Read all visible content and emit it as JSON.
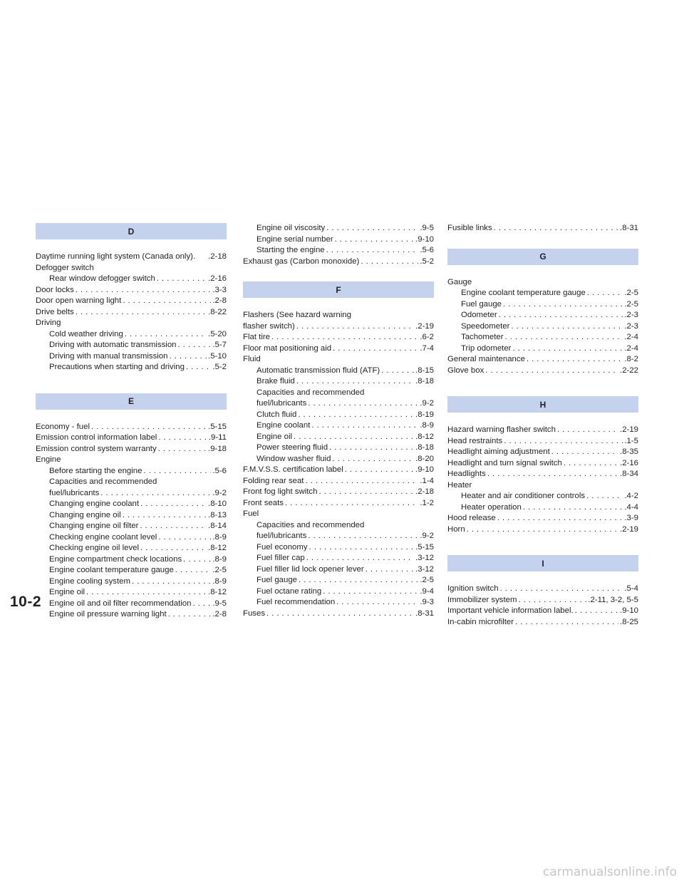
{
  "page_number": "10-2",
  "watermark": "carmanualsonline.info",
  "col1": {
    "D": {
      "letter": "D",
      "daytime": {
        "t": "Daytime running light system (Canada only).",
        "p": ".2-18"
      },
      "defogger": "Defogger switch",
      "rear_defogger": {
        "t": "Rear window defogger switch",
        "p": ".2-16"
      },
      "door_locks": {
        "t": "Door locks",
        "p": ".3-3"
      },
      "door_open": {
        "t": "Door open warning light",
        "p": ".2-8"
      },
      "drive_belts": {
        "t": "Drive belts",
        "p": ".8-22"
      },
      "driving": "Driving",
      "cold": {
        "t": "Cold weather driving",
        "p": ".5-20"
      },
      "auto_trans": {
        "t": "Driving with automatic transmission",
        "p": ".5-7"
      },
      "man_trans": {
        "t": "Driving with manual transmission",
        "p": ".5-10"
      },
      "precautions": {
        "t": "Precautions when starting and driving",
        "p": ".5-2"
      }
    },
    "E": {
      "letter": "E",
      "economy": {
        "t": "Economy - fuel",
        "p": ".5-15"
      },
      "emission_label": {
        "t": "Emission control information label",
        "p": ".9-11"
      },
      "emission_warranty": {
        "t": "Emission control system warranty",
        "p": ".9-18"
      },
      "engine": "Engine",
      "before_starting": {
        "t": "Before starting the engine",
        "p": ".5-6"
      },
      "capacities": "Capacities and recommended",
      "fuel_lubricants": {
        "t": "fuel/lubricants",
        "p": ".9-2"
      },
      "changing_coolant": {
        "t": "Changing engine coolant",
        "p": ".8-10"
      },
      "changing_oil": {
        "t": "Changing engine oil",
        "p": ".8-13"
      },
      "changing_filter": {
        "t": "Changing engine oil filter",
        "p": ".8-14"
      },
      "checking_coolant": {
        "t": "Checking engine coolant level",
        "p": ".8-9"
      },
      "checking_oil": {
        "t": "Checking engine oil level",
        "p": ".8-12"
      },
      "compartment": {
        "t": "Engine compartment check locations",
        "p": ".8-9"
      },
      "coolant_gauge": {
        "t": "Engine coolant temperature gauge",
        "p": ".2-5"
      },
      "cooling_system": {
        "t": "Engine cooling system",
        "p": ".8-9"
      },
      "engine_oil": {
        "t": "Engine oil",
        "p": ".8-12"
      },
      "oil_filter_rec": {
        "t": "Engine oil and oil filter recommendation",
        "p": ".9-5"
      },
      "oil_pressure": {
        "t": "Engine oil pressure warning light",
        "p": ".2-8"
      }
    }
  },
  "col2": {
    "cont": {
      "oil_viscosity": {
        "t": "Engine oil viscosity",
        "p": ".9-5"
      },
      "serial": {
        "t": "Engine serial number",
        "p": ".9-10"
      },
      "starting": {
        "t": "Starting the engine",
        "p": ".5-6"
      },
      "exhaust": {
        "t": "Exhaust gas (Carbon monoxide)",
        "p": ".5-2"
      }
    },
    "F": {
      "letter": "F",
      "flashers": "Flashers (See hazard warning",
      "flasher_switch": {
        "t": "flasher switch)",
        "p": ".2-19"
      },
      "flat_tire": {
        "t": "Flat tire",
        "p": ".6-2"
      },
      "floor_mat": {
        "t": "Floor mat positioning aid",
        "p": ".7-4"
      },
      "fluid": "Fluid",
      "atf": {
        "t": "Automatic transmission fluid (ATF)",
        "p": ".8-15"
      },
      "brake_fluid": {
        "t": "Brake fluid",
        "p": ".8-18"
      },
      "capacities": "Capacities and recommended",
      "fuel_lubricants": {
        "t": "fuel/lubricants",
        "p": ".9-2"
      },
      "clutch": {
        "t": "Clutch fluid",
        "p": ".8-19"
      },
      "coolant": {
        "t": "Engine coolant",
        "p": ".8-9"
      },
      "engine_oil": {
        "t": "Engine oil",
        "p": ".8-12"
      },
      "power_steering": {
        "t": "Power steering fluid",
        "p": ".8-18"
      },
      "washer": {
        "t": "Window washer fluid",
        "p": ".8-20"
      },
      "fmvss": {
        "t": "F.M.V.S.S. certification label",
        "p": ".9-10"
      },
      "folding_seat": {
        "t": "Folding rear seat",
        "p": ".1-4"
      },
      "fog_light": {
        "t": "Front fog light switch",
        "p": ".2-18"
      },
      "front_seats": {
        "t": "Front seats",
        "p": ".1-2"
      },
      "fuel": "Fuel",
      "fuel_capacities": "Capacities and recommended",
      "fuel_fuel_lubricants": {
        "t": "fuel/lubricants",
        "p": ".9-2"
      },
      "fuel_economy": {
        "t": "Fuel economy",
        "p": ".5-15"
      },
      "filler_cap": {
        "t": "Fuel filler cap",
        "p": ".3-12"
      },
      "lid_opener": {
        "t": "Fuel filler lid lock opener lever",
        "p": ".3-12"
      },
      "fuel_gauge": {
        "t": "Fuel gauge",
        "p": ".2-5"
      },
      "octane": {
        "t": "Fuel octane rating",
        "p": ".9-4"
      },
      "fuel_rec": {
        "t": "Fuel recommendation",
        "p": ".9-3"
      },
      "fuses": {
        "t": "Fuses",
        "p": ".8-31"
      }
    }
  },
  "col3": {
    "cont": {
      "fusible": {
        "t": "Fusible links",
        "p": ".8-31"
      }
    },
    "G": {
      "letter": "G",
      "gauge": "Gauge",
      "coolant_temp": {
        "t": "Engine coolant temperature gauge",
        "p": ".2-5"
      },
      "fuel_gauge": {
        "t": "Fuel gauge",
        "p": ".2-5"
      },
      "odometer": {
        "t": "Odometer",
        "p": ".2-3"
      },
      "speedometer": {
        "t": "Speedometer",
        "p": ".2-3"
      },
      "tachometer": {
        "t": "Tachometer",
        "p": ".2-4"
      },
      "trip": {
        "t": "Trip odometer",
        "p": ".2-4"
      },
      "general": {
        "t": "General maintenance",
        "p": ".8-2"
      },
      "glove": {
        "t": "Glove box",
        "p": ".2-22"
      }
    },
    "H": {
      "letter": "H",
      "hazard": {
        "t": "Hazard warning flasher switch",
        "p": ".2-19"
      },
      "head_restraints": {
        "t": "Head restraints",
        "p": ".1-5"
      },
      "aiming": {
        "t": "Headlight aiming adjustment",
        "p": ".8-35"
      },
      "turn_signal": {
        "t": "Headlight and turn signal switch",
        "p": ".2-16"
      },
      "headlights": {
        "t": "Headlights",
        "p": ".8-34"
      },
      "heater": "Heater",
      "controls": {
        "t": "Heater and air conditioner controls",
        "p": ".4-2"
      },
      "operation": {
        "t": "Heater operation",
        "p": ".4-4"
      },
      "hood": {
        "t": "Hood release",
        "p": ".3-9"
      },
      "horn": {
        "t": "Horn",
        "p": ".2-19"
      }
    },
    "I": {
      "letter": "I",
      "ignition": {
        "t": "Ignition switch",
        "p": ".5-4"
      },
      "immobilizer": {
        "t": "Immobilizer system",
        "p": ".2-11, 3-2, 5-5"
      },
      "important": {
        "t": "Important vehicle information label.",
        "p": ".9-10"
      },
      "microfilter": {
        "t": "In-cabin microfilter",
        "p": ".8-25"
      }
    }
  }
}
